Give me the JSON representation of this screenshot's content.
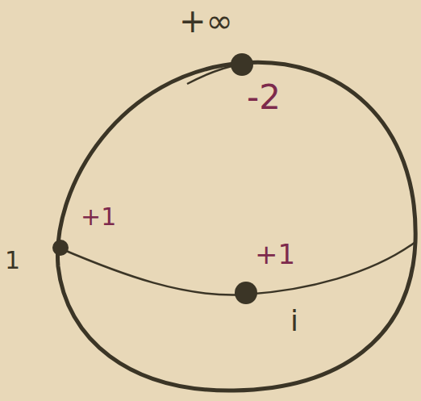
{
  "diagram": {
    "labels": [
      "+∞",
      "-2",
      "+1",
      "1",
      "+1",
      "i"
    ]
  }
}
